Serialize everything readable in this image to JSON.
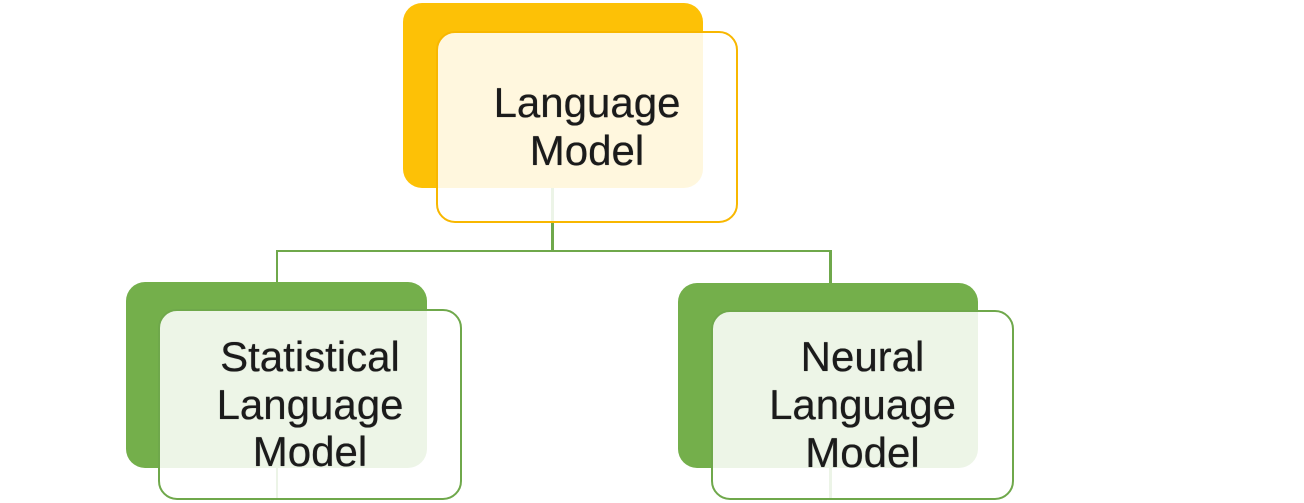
{
  "diagram": {
    "type": "hierarchy",
    "background_color": "#FFFFFF",
    "text_color": "#1B1B1B",
    "connector_color": "#6FA84B",
    "root": {
      "id": "language-model",
      "label": "Language Model",
      "fill_color": "#FDC106",
      "border_color": "#F8B700",
      "tint_color": "#FDF5E2"
    },
    "children": [
      {
        "id": "statistical-language-model",
        "label": "Statistical Language Model",
        "fill_color": "#74AF4B",
        "border_color": "#6FA84B",
        "tint_color": "#EEF3EA"
      },
      {
        "id": "neural-language-model",
        "label": "Neural Language Model",
        "fill_color": "#74AF4B",
        "border_color": "#6FA84B",
        "tint_color": "#EEF3EA"
      }
    ]
  }
}
